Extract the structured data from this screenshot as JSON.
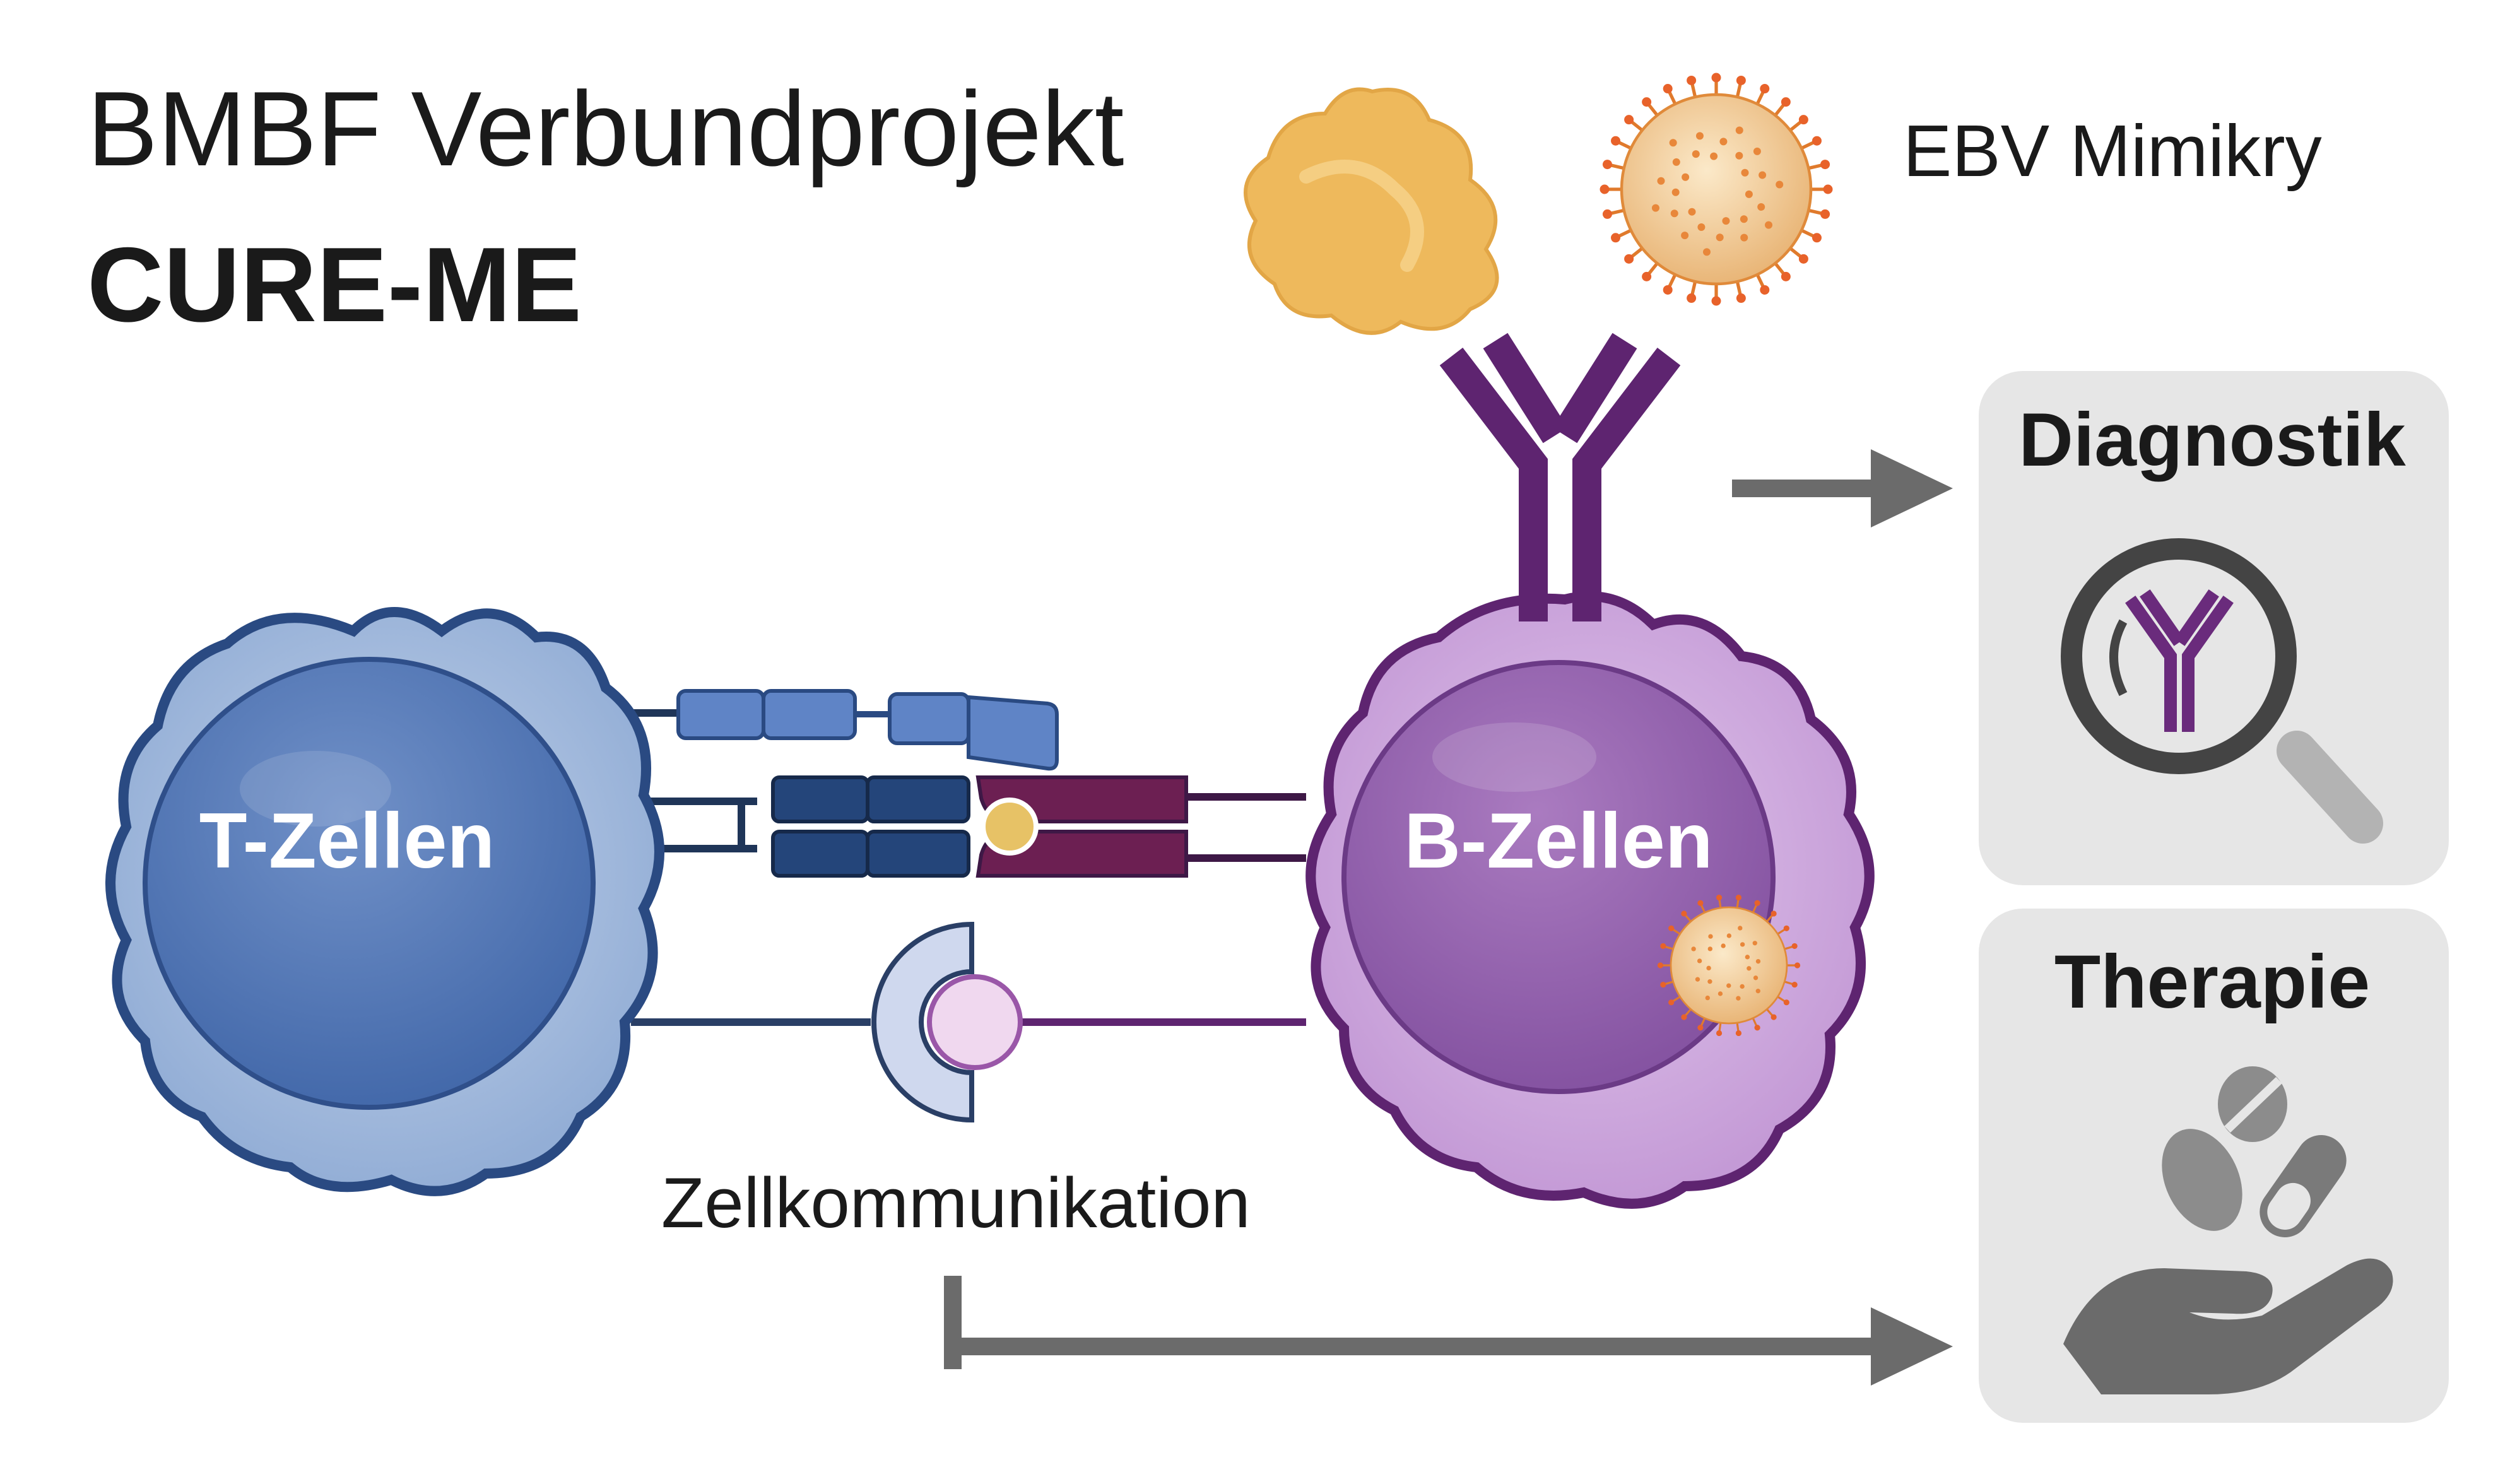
{
  "header": {
    "title_line1": "BMBF Verbundprojekt",
    "title_line2": "CURE-ME"
  },
  "labels": {
    "ebv": "EBV Mimikry",
    "t_cells": "T-Zellen",
    "b_cells": "B-Zellen",
    "communication": "Zellkommunikation"
  },
  "outcomes": {
    "diagnostics": "Diagnostik",
    "therapy": "Therapie"
  },
  "colors": {
    "t_cell": "#5a7fb8",
    "b_cell": "#9a65ae",
    "antibody": "#5e2470",
    "virus": "#e07a2c",
    "panel_bg": "#e8e8e8",
    "arrow": "#6b6b6b"
  },
  "icons": [
    "magnifier-icon",
    "antibody-icon",
    "pills-hand-icon",
    "virus-icon",
    "protein-icon"
  ]
}
